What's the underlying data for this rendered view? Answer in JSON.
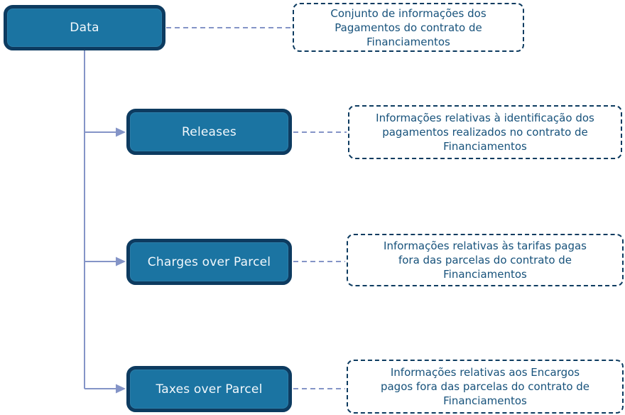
{
  "colors": {
    "node_fill": "#1b74a2",
    "node_border": "#0d3b60",
    "node_text": "#f2f8fc",
    "callout_border": "#0d3b60",
    "callout_text": "#17527b",
    "connector": "#8494c7"
  },
  "diagram": {
    "root": {
      "label": "Data",
      "description_lines": [
        "Conjunto de informações dos",
        "Pagamentos do contrato de",
        "Financiamentos"
      ]
    },
    "children": [
      {
        "label": "Releases",
        "description_lines": [
          "Informações relativas à identificação dos",
          "pagamentos realizados no contrato de",
          "Financiamentos"
        ]
      },
      {
        "label": "Charges over Parcel",
        "description_lines": [
          "Informações relativas às tarifas pagas",
          "fora das parcelas do contrato de",
          "Financiamentos"
        ]
      },
      {
        "label": "Taxes over Parcel",
        "description_lines": [
          "Informações relativas aos Encargos",
          "pagos fora das parcelas do contrato de",
          "Financiamentos"
        ]
      }
    ]
  }
}
